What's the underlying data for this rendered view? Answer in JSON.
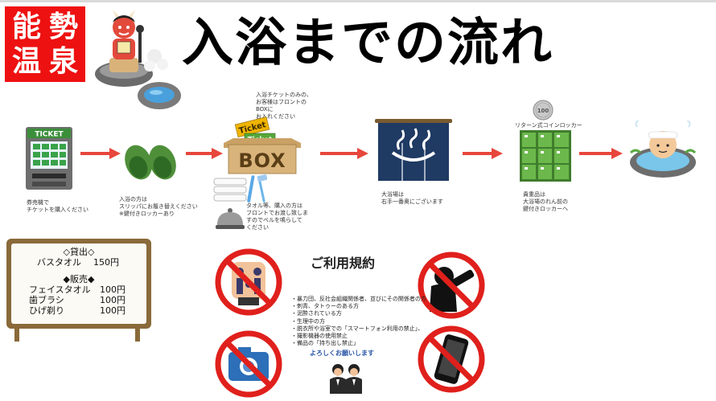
{
  "logo": {
    "chars": [
      "能",
      "勢",
      "温",
      "泉"
    ]
  },
  "title": "入浴までの流れ",
  "steps": {
    "ticket_sign": "TICKET",
    "ticket_caption": [
      "券売機で",
      "チケットを購入ください"
    ],
    "slipper_caption": [
      "入浴の方は",
      "スリッパにお履き替えください",
      "※鍵付きロッカーあり"
    ],
    "box_caption": [
      "入浴チケットのみの、",
      "お客様はフロントの",
      "BOXに",
      "お入れください"
    ],
    "box_label": "BOX",
    "ticket_card_1": "Ticket",
    "ticket_card_2": "Ticket",
    "towel_caption": [
      "タオル等、購入の方は",
      "フロントでお渡し致しま",
      "すのでベルを鳴らして",
      "ください"
    ],
    "noren_caption": [
      "大浴場は",
      "右手一番奥にございます"
    ],
    "locker_title": "リターン式コインロッカー",
    "coin_label": "100",
    "locker_caption": [
      "貴重品は",
      "大浴場のれん前の",
      "鍵付きロッカーへ"
    ]
  },
  "board": {
    "rental_head": "◇貸出◇",
    "rental_items": [
      {
        "name": "バスタオル",
        "price": "150円"
      }
    ],
    "sale_head": "◆販売◆",
    "sale_items": [
      {
        "name": "フェイスタオル",
        "price": "100円"
      },
      {
        "name": "歯ブラシ",
        "price": "100円"
      },
      {
        "name": "ひげ剃り",
        "price": "100円"
      }
    ]
  },
  "rules": {
    "title": "ご利用規約",
    "items": [
      "・暴力団、反社会組織関係者、並びにその関係者の方",
      "・刺青、タトゥーのある方",
      "・泥酔されている方",
      "・生理中の方",
      "・脱衣所や浴室での「スマートフォン利用の禁止」、",
      "・撮影機器の使用禁止",
      "・備品の「持ち出し禁止」"
    ],
    "closing": "よろしくお願いします"
  },
  "colors": {
    "brand_red": "#ee1111",
    "arrow_red": "#e8463c",
    "noren_navy": "#1f3a63",
    "box_tan": "#d8b37a",
    "locker_green": "#5aa33f",
    "board_wood": "#8a6a3a",
    "prohibit_red": "#e0201c"
  },
  "icons": [
    "oni-demon-icon",
    "onsen-pool-icon",
    "ticket-machine-icon",
    "slippers-icon",
    "ticket-box-icon",
    "towel-stack-icon",
    "toothbrush-razor-icon",
    "service-bell-icon",
    "noren-curtain-icon",
    "coin-locker-icon",
    "coin-icon",
    "bathing-person-icon",
    "no-tattoo-icon",
    "no-drinking-icon",
    "no-camera-icon",
    "no-smartphone-icon",
    "bowing-staff-icon"
  ]
}
